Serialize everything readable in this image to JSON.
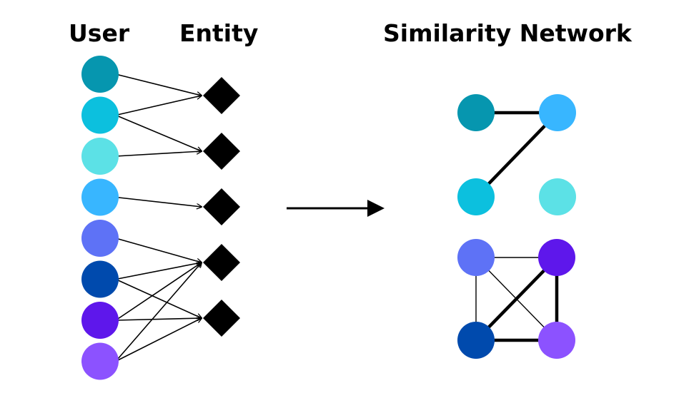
{
  "headings": {
    "user": "User",
    "entity": "Entity",
    "network": "Similarity Network"
  },
  "palette": {
    "users": [
      "#0696AF",
      "#0CC0DE",
      "#5CE1E6",
      "#38B6FF",
      "#5E72F6",
      "#004AAD",
      "#5E17EB",
      "#8C52FF"
    ],
    "entity": "#000000",
    "edge": "#000000"
  },
  "bipartite": {
    "users": 8,
    "entities": 5,
    "links": [
      [
        0,
        0
      ],
      [
        1,
        0
      ],
      [
        1,
        1
      ],
      [
        2,
        1
      ],
      [
        3,
        2
      ],
      [
        4,
        3
      ],
      [
        5,
        3
      ],
      [
        5,
        4
      ],
      [
        6,
        3
      ],
      [
        6,
        4
      ],
      [
        7,
        3
      ],
      [
        7,
        4
      ]
    ]
  },
  "network": {
    "nodes": [
      0,
      3,
      1,
      2,
      4,
      6,
      5,
      7
    ],
    "edges": [
      {
        "a": 0,
        "b": 1,
        "weight": "strong"
      },
      {
        "a": 1,
        "b": 2,
        "weight": "strong"
      },
      {
        "a": 4,
        "b": 6,
        "weight": "weak"
      },
      {
        "a": 4,
        "b": 5,
        "weight": "weak"
      },
      {
        "a": 4,
        "b": 7,
        "weight": "weak"
      },
      {
        "a": 6,
        "b": 5,
        "weight": "strong"
      },
      {
        "a": 6,
        "b": 7,
        "weight": "strong"
      },
      {
        "a": 5,
        "b": 7,
        "weight": "strong"
      }
    ]
  }
}
